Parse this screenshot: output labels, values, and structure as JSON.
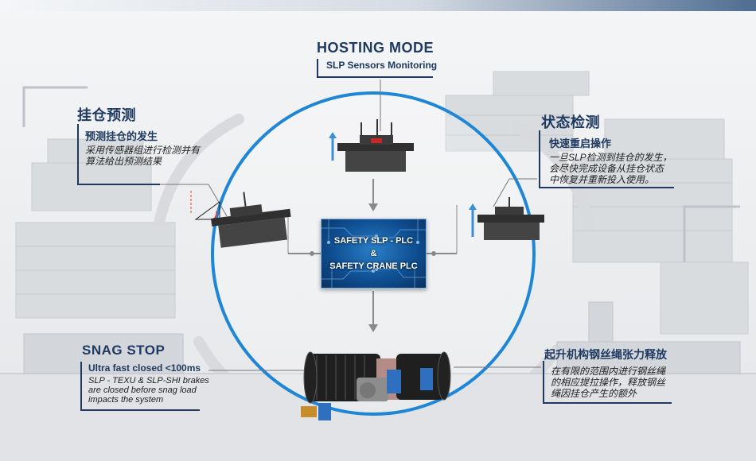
{
  "top": {
    "title": "HOSTING MODE",
    "subtitle": "SLP Sensors Monitoring"
  },
  "left_top": {
    "title": "挂仓预测",
    "subtitle": "预测挂仓的发生",
    "desc_lines": [
      "采用传感器组进行检测并有",
      "算法给出预测结果"
    ]
  },
  "right_top": {
    "title": "状态检测",
    "subtitle": "快速重启操作",
    "desc_lines": [
      "一旦SLP检测到挂仓的发生，",
      "会尽快完成设备从挂仓状态",
      "中恢复并重新投入使用。"
    ]
  },
  "left_bottom": {
    "title": "SNAG STOP",
    "subtitle": "Ultra fast closed <100ms",
    "desc_lines": [
      "SLP - TEXU & SLP-SHI brakes",
      "are closed before snag load",
      "impacts the system"
    ]
  },
  "right_bottom": {
    "title": "起升机构钢丝绳张力释放",
    "desc_lines": [
      "在有限的范围内进行钢丝绳",
      "的相应提拉操作，释放钢丝",
      "绳因挂仓产生的额外"
    ]
  },
  "center": {
    "line1": "SAFETY SLP - PLC",
    "line2": "&",
    "line3": "SAFETY CRANE PLC"
  },
  "colors": {
    "ring": "#1e86d6",
    "navy": "#1f3a60",
    "plc_blue": "#0f4f92",
    "arrow_grey": "#8a8a8a"
  }
}
